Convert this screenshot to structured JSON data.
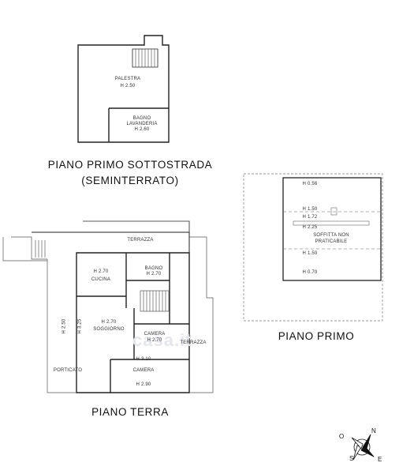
{
  "titles": {
    "basement_line1": "PIANO PRIMO SOTTOSTRADA",
    "basement_line2": "(SEMINTERRATO)",
    "ground_floor": "PIANO TERRA",
    "first_floor": "PIANO PRIMO"
  },
  "basement_rooms": {
    "palestra": "PALESTRA",
    "palestra_h": "H 2.50",
    "bagno": "BAGNO",
    "lavanderia": "LAVANDERIA",
    "lavanderia_h": "H 2.60"
  },
  "ground_rooms": {
    "terrazza_top": "TERRAZZA",
    "bagno": "BAGNO",
    "bagno_h": "H 2.70",
    "cucina_h": "H 2.70",
    "cucina": "CUCINA",
    "soggiorno_h": "H 2.70",
    "soggiorno": "SOGGIORNO",
    "camera1": "CAMERA",
    "camera1_h": "H 2.70",
    "terrazza_right": "TERRAZZA",
    "porticato": "PORTICATO",
    "camera2_h1": "H 3.10",
    "camera2": "CAMERA",
    "camera2_h2": "H 2.90",
    "side_h1": "H 2.50",
    "side_h2": "H 3.25"
  },
  "first_floor_rooms": {
    "h1": "H 0.56",
    "h2": "H 1.50",
    "h3": "H 1.72",
    "h4": "H 2.25",
    "soffitta1": "SOFFITTA NON",
    "soffitta2": "PRATICABILE",
    "h5": "H 1.50",
    "h6": "H 0.70"
  },
  "compass": {
    "n": "N",
    "s": "S",
    "o": "O",
    "e": "E"
  },
  "watermark": "casa.it"
}
